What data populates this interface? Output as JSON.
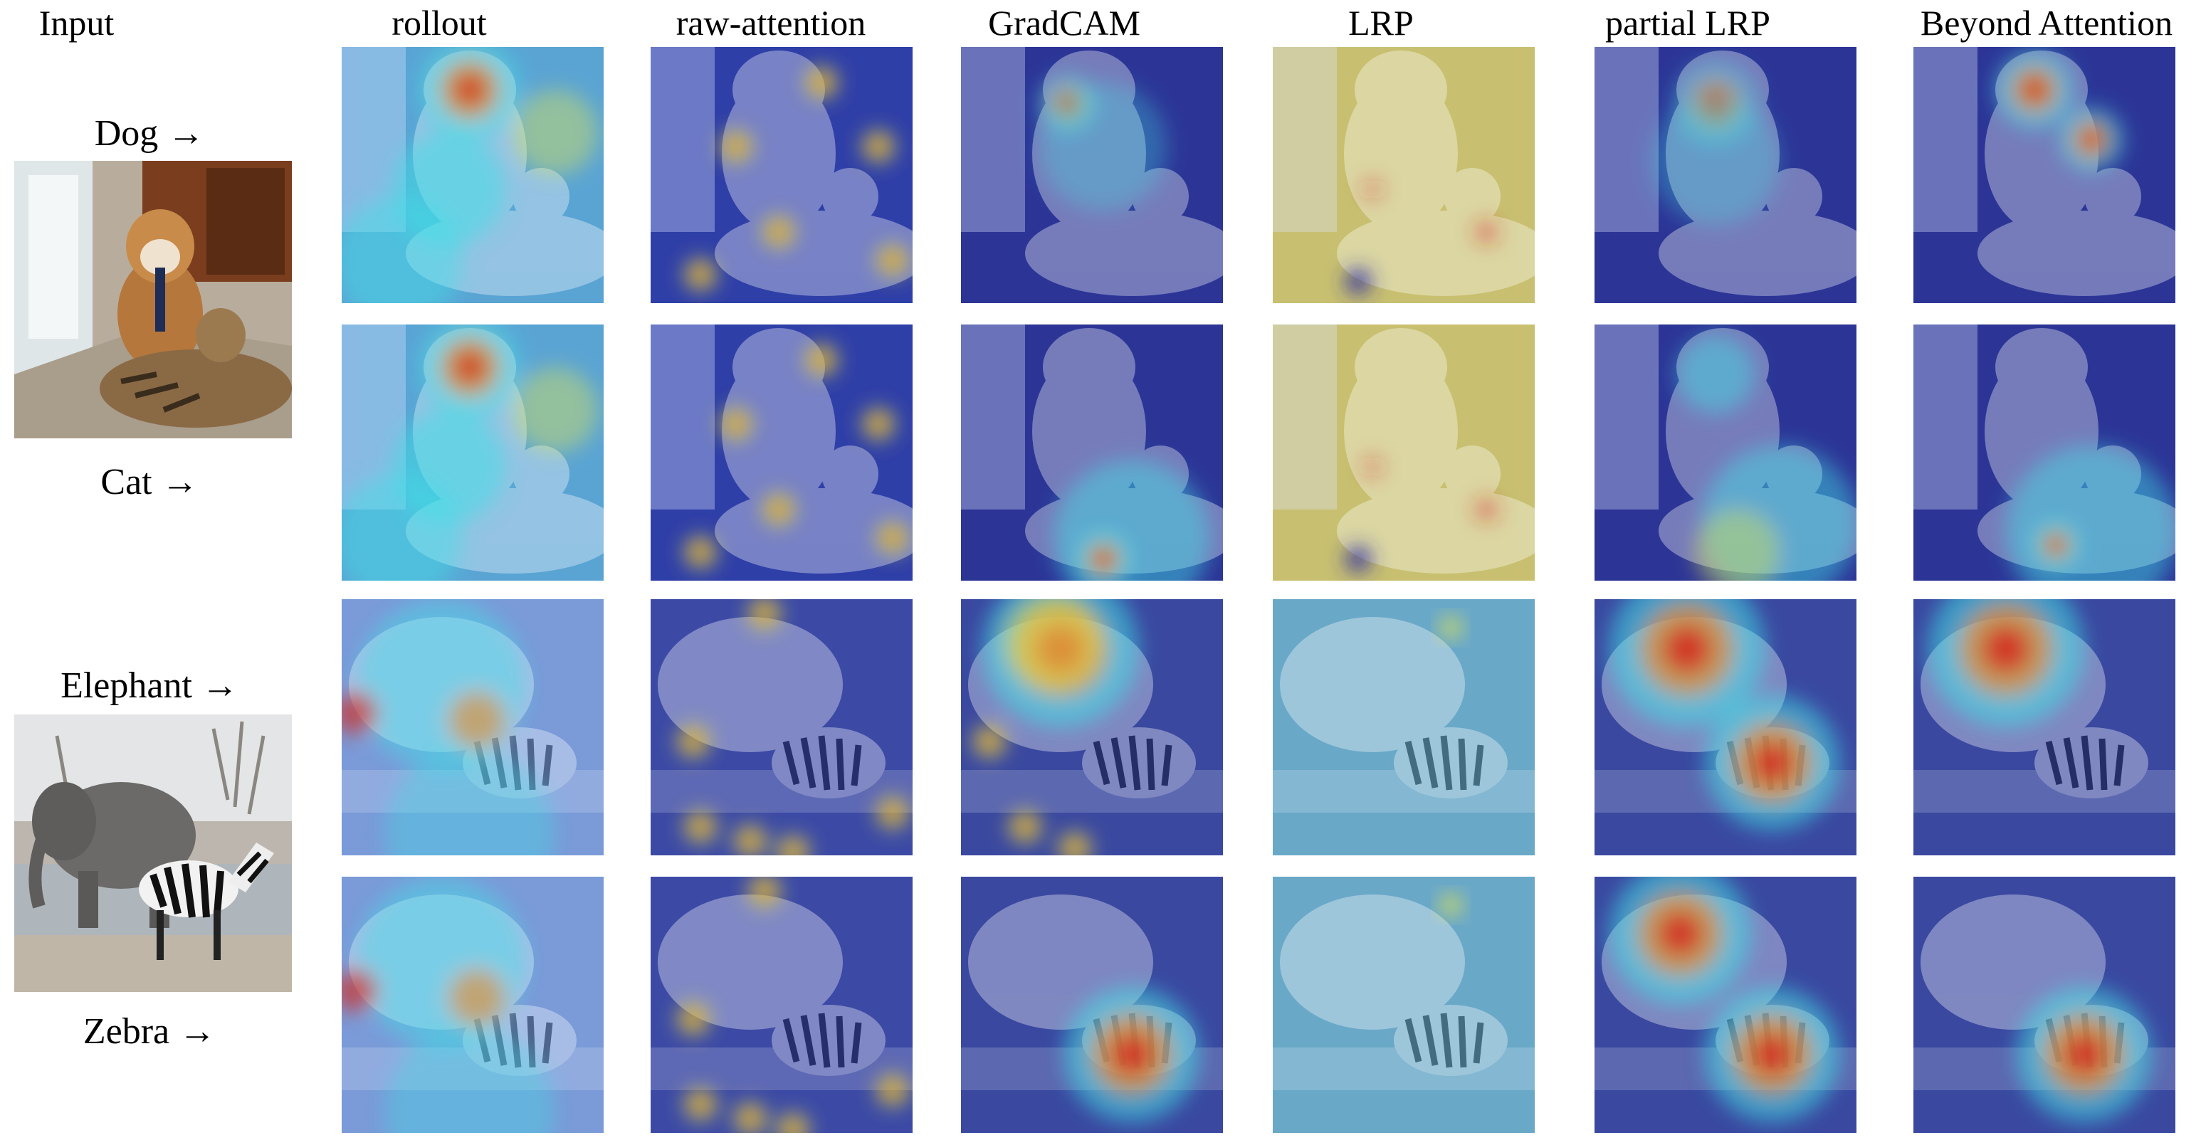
{
  "figure": {
    "input_header": "Input",
    "columns": [
      "rollout",
      "raw-attention",
      "GradCAM",
      "LRP",
      "partial LRP",
      "Beyond Attention"
    ],
    "rows": [
      {
        "label": "Dog →",
        "target": "Dog",
        "image": "dog-cat"
      },
      {
        "label": "Cat →",
        "target": "Cat",
        "image": "dog-cat"
      },
      {
        "label": "Elephant →",
        "target": "Elephant",
        "image": "elephant-zebra"
      },
      {
        "label": "Zebra →",
        "target": "Zebra",
        "image": "elephant-zebra"
      }
    ],
    "inputs": [
      {
        "name": "dog-cat-photo",
        "subjects": [
          "Dog",
          "Cat"
        ]
      },
      {
        "name": "elephant-zebra-photo",
        "subjects": [
          "Elephant",
          "Zebra"
        ]
      }
    ],
    "colormap": [
      "#2b2fa6",
      "#3b6fe0",
      "#3ee0e6",
      "#e8e84a",
      "#f08a2a",
      "#d42a20"
    ]
  }
}
